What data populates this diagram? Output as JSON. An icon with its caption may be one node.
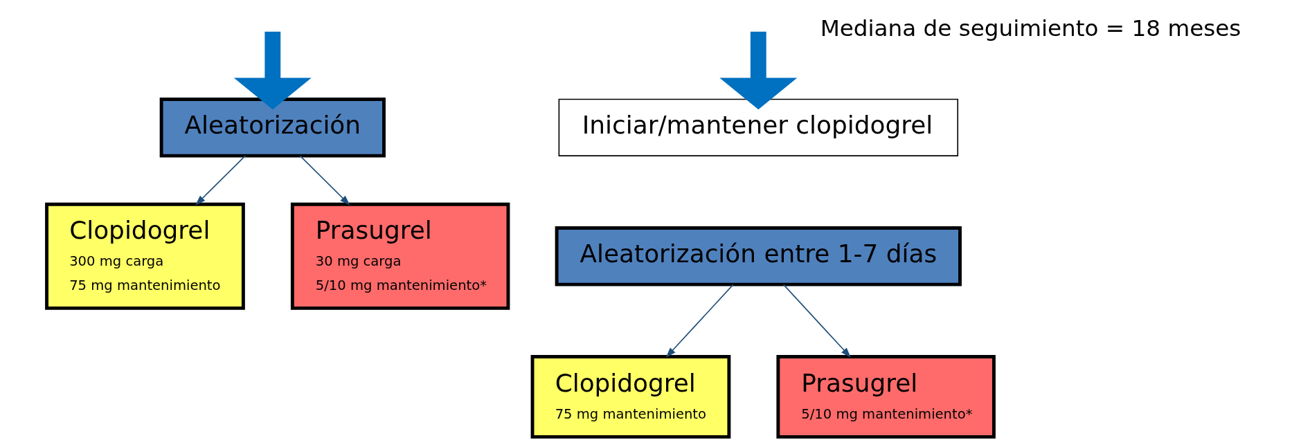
{
  "diagram": {
    "nodes": [
      {
        "text": [
          "Aleatorización"
        ]
      },
      {
        "text": [
          "Clopidogrel",
          "300 mg carga",
          "75 mg mantenimiento"
        ]
      },
      {
        "text": [
          "Prasugrel",
          "30 mg carga",
          "5/10 mg mantenimiento*"
        ]
      },
      {
        "text": [
          "Iniciar/mantener clopidogrel"
        ]
      },
      {
        "text": [
          "Aleatorización entre 1-7 días"
        ]
      },
      {
        "text": [
          "Clopidogrel",
          "75 mg mantenimiento"
        ]
      },
      {
        "text": [
          "Prasugrel",
          "5/10 mg mantenimiento*"
        ]
      }
    ],
    "edges": [
      {
        "from": null,
        "to": 0,
        "arrow": "to",
        "style": "thick",
        "color": "#0070c0"
      },
      {
        "from": 0,
        "to": 1,
        "arrow": "to"
      },
      {
        "from": 0,
        "to": 2,
        "arrow": "to"
      },
      {
        "from": null,
        "to": 3,
        "arrow": "to",
        "style": "thick",
        "color": "#0070c0"
      },
      {
        "from": 4,
        "to": 5,
        "arrow": "to"
      },
      {
        "from": 4,
        "to": 6,
        "arrow": "to"
      }
    ],
    "labels": [
      "Mediana de seguimiento = 18 meses"
    ]
  }
}
